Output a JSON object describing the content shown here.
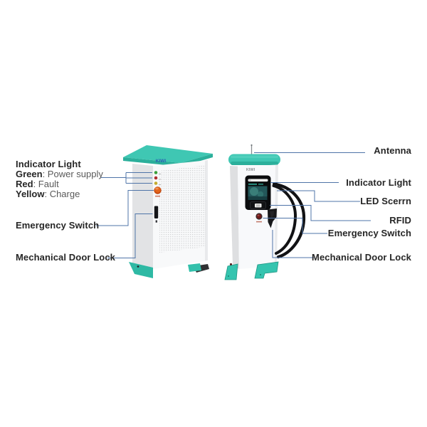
{
  "brand": {
    "name": "KIWI"
  },
  "colors": {
    "teal": "#3FC7B3",
    "teal_dark": "#2BAF9B",
    "leader_line": "#4F74A8",
    "label_text": "#262626",
    "legend_text": "#595959"
  },
  "left_unit": {
    "callouts": {
      "indicator_title": "Indicator Light",
      "legend": [
        {
          "key": "Green",
          "desc": ": Power supply"
        },
        {
          "key": "Red",
          "desc": ": Fault"
        },
        {
          "key": "Yellow",
          "desc": ": Charge"
        }
      ],
      "emergency": "Emergency Switch",
      "door_lock": "Mechanical Door Lock"
    }
  },
  "right_unit": {
    "callouts": {
      "antenna": "Antenna",
      "indicator": "Indicator Light",
      "screen": "LED Scerrn",
      "rfid": "RFID",
      "emergency": "Emergency Switch",
      "door_lock": "Mechanical Door Lock"
    }
  }
}
